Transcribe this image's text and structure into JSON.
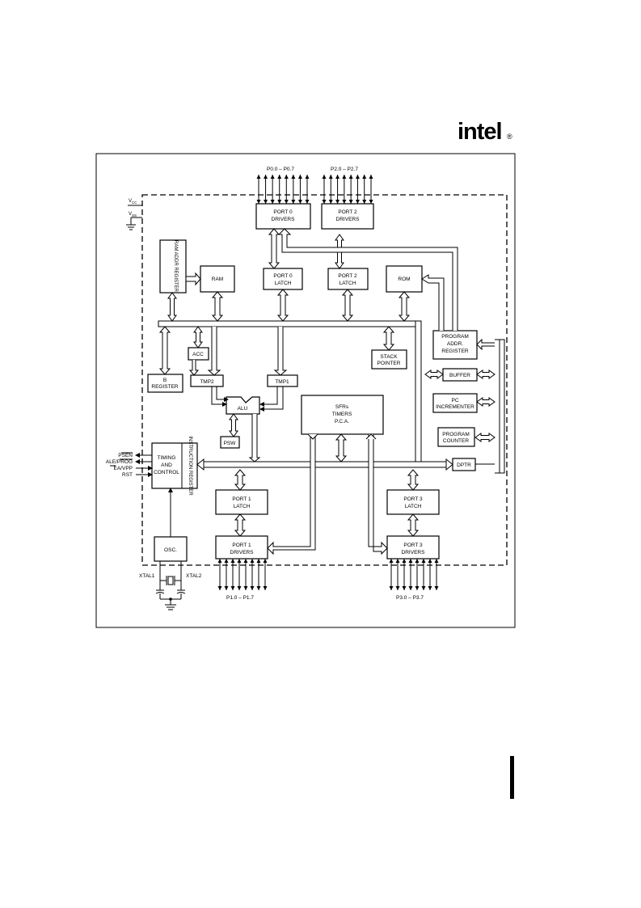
{
  "brand": {
    "logo_text": "intel",
    "registered_mark": "®"
  },
  "ports": {
    "p0_pins": "P0.0 – P0.7",
    "p2_pins": "P2.0 – P2.7",
    "p1_pins": "P1.0 – P1.7",
    "p3_pins": "P3.0 – P3.7"
  },
  "power": {
    "vcc": "V",
    "vcc_sub": "CC",
    "vss": "V",
    "vss_sub": "SS"
  },
  "blocks": {
    "port0_drivers": [
      "PORT 0",
      "DRIVERS"
    ],
    "port2_drivers": [
      "PORT 2",
      "DRIVERS"
    ],
    "ram_addr_register": "RAM ADDR REGISTER",
    "ram": "RAM",
    "port0_latch": [
      "PORT 0",
      "LATCH"
    ],
    "port2_latch": [
      "PORT 2",
      "LATCH"
    ],
    "rom": "ROM",
    "program_addr_register": [
      "PROGRAM",
      "ADDR.",
      "REGISTER"
    ],
    "acc": "ACC",
    "stack_pointer": [
      "STACK",
      "POINTER"
    ],
    "buffer": "BUFFER",
    "b_register": [
      "B",
      "REGISTER"
    ],
    "tmp2": "TMP2",
    "tmp1": "TMP1",
    "alu": "ALU",
    "sfrs": [
      "SFRs",
      "TIMERS",
      "P.C.A."
    ],
    "pc_incrementer": [
      "PC",
      "INCREMENTER"
    ],
    "psw": "PSW",
    "program_counter": [
      "PROGRAM",
      "COUNTER"
    ],
    "timing_control": [
      "TIMING",
      "AND",
      "CONTROL"
    ],
    "instruction_register": "INSTRUCTION REGISTER",
    "dptr": "DPTR",
    "port1_latch": [
      "PORT 1",
      "LATCH"
    ],
    "port3_latch": [
      "PORT 3",
      "LATCH"
    ],
    "osc": "OSC.",
    "port1_drivers": [
      "PORT 1",
      "DRIVERS"
    ],
    "port3_drivers": [
      "PORT 3",
      "DRIVERS"
    ]
  },
  "signals": {
    "psen": "PSEN",
    "ale_prog": "ALE/PROG",
    "ea_vpp": "EA/VPP",
    "rst": "RST"
  },
  "crystal": {
    "xtal1": "XTAL1",
    "xtal2": "XTAL2"
  }
}
